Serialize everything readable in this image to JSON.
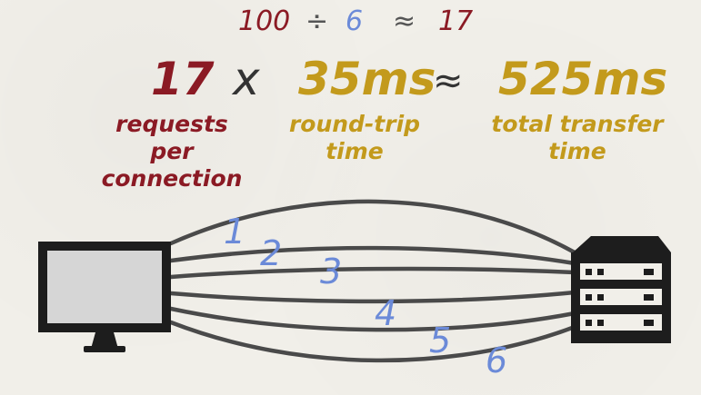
{
  "top_equation": {
    "dividend": "100",
    "divide_sign": "÷",
    "divisor": "6",
    "approx_sign": "≈",
    "result": "17"
  },
  "main_equation": {
    "requests": "17",
    "times_sign": "x",
    "rtt": "35ms",
    "approx_sign": "≈",
    "total": "525ms"
  },
  "labels": {
    "requests_line1": "requests per",
    "requests_line2": "connection",
    "rtt_line1": "round-trip",
    "rtt_line2": "time",
    "total_line1": "total transfer",
    "total_line2": "time"
  },
  "connections": [
    "1",
    "2",
    "3",
    "4",
    "5",
    "6"
  ],
  "colors": {
    "crimson": "#8b1a24",
    "blue": "#6b8ad8",
    "gold": "#c39a1c",
    "line": "#4a4a4a"
  },
  "icons": [
    "computer-monitor-icon",
    "server-rack-icon"
  ]
}
